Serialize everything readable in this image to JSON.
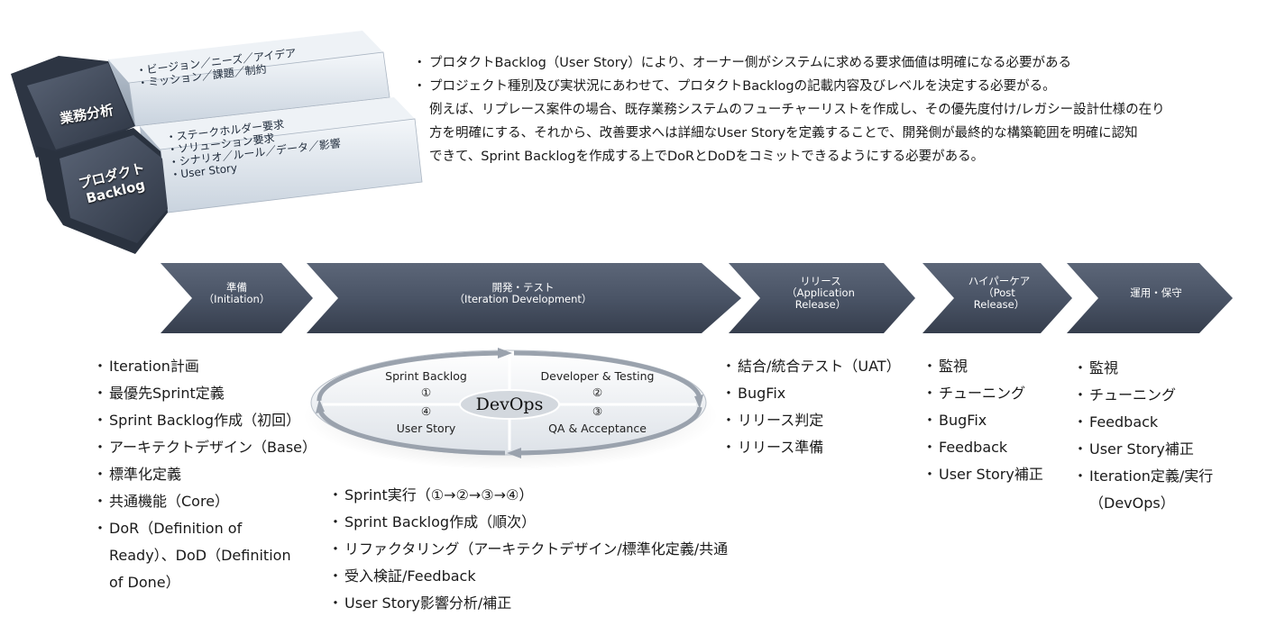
{
  "left_blocks": {
    "gyomu_label": "業務分析",
    "product_label": [
      "プロダクト",
      "Backlog"
    ],
    "gyomu_items": [
      "・ビージョン／ニーズ／アイデア",
      "・ミッション／課題／制約"
    ],
    "product_items": [
      "・ステークホルダー要求",
      "・ソリューション要求",
      "・シナリオ／ルール／データ／影響",
      "・User Story"
    ]
  },
  "description": {
    "bullets": [
      "プロタクトBacklog（User Story）により、オーナー側がシステムに求める要求価値は明確になる必要がある",
      "プロジェクト種別及び実状況にあわせて、プロタクトBacklogの記載内容及びレベルを決定する必要がる。"
    ],
    "continuation": [
      "例えば、リプレース案件の場合、既存業務システムのフューチャーリストを作成し、その優先度付け/レガシー設計仕様の在り",
      "方を明確にする、それから、改善要求へは詳細なUser Storyを定義することで、開発側が最終的な構築範囲を明確に認知",
      "できて、Sprint Backlogを作成する上でDoRとDoDをコミットできるようにする必要がある。"
    ]
  },
  "phases": [
    {
      "label": [
        "準備",
        "（Initiation）"
      ]
    },
    {
      "label": [
        "開発・テスト",
        "（Iteration Development）"
      ]
    },
    {
      "label": [
        "リリース",
        "（Application",
        "Release）"
      ]
    },
    {
      "label": [
        "ハイパーケア",
        "（Post",
        "Release）"
      ]
    },
    {
      "label": [
        "運用・保守"
      ]
    }
  ],
  "devops": {
    "center": "DevOps",
    "q1_title": "Sprint Backlog",
    "q1_num": "①",
    "q2_title": "Developer & Testing",
    "q2_num": "②",
    "q3_title": "QA & Acceptance",
    "q3_num": "③",
    "q4_title": "User Story",
    "q4_num": "④"
  },
  "columns": {
    "initiation": [
      "Iteration計画",
      "最優先Sprint定義",
      "Sprint Backlog作成（初回）",
      "アーキテクトデザイン（Base）",
      "標準化定義",
      "共通機能（Core）",
      "DoR（Definition of"
    ],
    "initiation_cont": [
      "Ready）、DoD（Definition",
      "of Done）"
    ],
    "development": [
      "Sprint実行（①→②→③→④）",
      "Sprint Backlog作成（順次）",
      "リファクタリング（アーキテクトデザイン/標準化定義/共通",
      "受入検証/Feedback",
      "User Story影響分析/補正"
    ],
    "release": [
      "結合/統合テスト（UAT）",
      "BugFix",
      "リリース判定",
      "リリース準備"
    ],
    "hypercare": [
      "監視",
      "チューニング",
      "BugFix",
      "Feedback",
      "User Story補正"
    ],
    "operation": [
      "監視",
      "チューニング",
      "Feedback",
      "User Story補正",
      "Iteration定義/実行"
    ],
    "operation_cont": [
      "（DevOps）"
    ]
  },
  "colors": {
    "arrow": "#4a5466",
    "arrow_dark": "#2f3746",
    "block_light": "#dfe6ee",
    "block_dark": "#3c4556"
  }
}
